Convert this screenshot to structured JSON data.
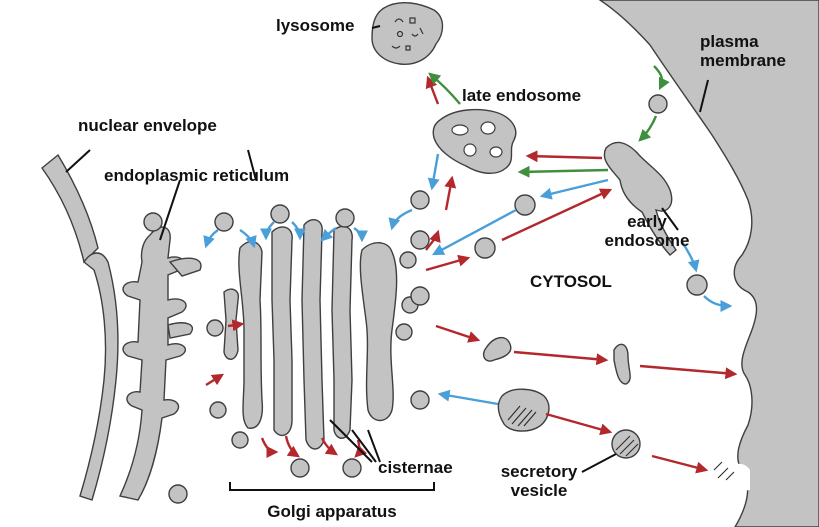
{
  "labels": {
    "lysosome": "lysosome",
    "late_endosome": "late endosome",
    "plasma_membrane_line1": "plasma",
    "plasma_membrane_line2": "membrane",
    "nuclear_envelope": "nuclear envelope",
    "endoplasmic_reticulum": "endoplasmic reticulum",
    "early_endosome_line1": "early",
    "early_endosome_line2": "endosome",
    "cytosol": "CYTOSOL",
    "cisternae": "cisternae",
    "secretory_vesicle_line1": "secretory",
    "secretory_vesicle_line2": "vesicle",
    "golgi_apparatus": "Golgi apparatus"
  },
  "colors": {
    "organelle_fill": "#c3c3c3",
    "organelle_outline": "#3f3f3f",
    "arrow_red": "#b3282d",
    "arrow_blue": "#4a9fd8",
    "arrow_green": "#3f8f3f",
    "text": "#111111"
  }
}
